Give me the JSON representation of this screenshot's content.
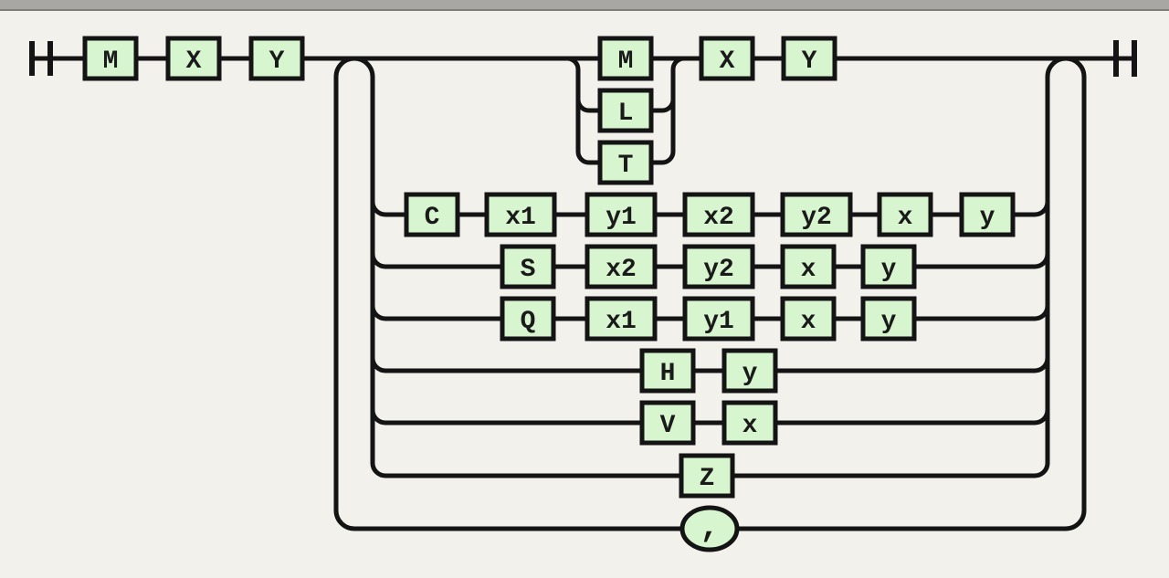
{
  "colors": {
    "background": "#f2f1ec",
    "top_bar": "#a9a7a4",
    "node_fill": "#d7f5cf",
    "line": "#141414",
    "text": "#1a1a1a"
  },
  "diagram": {
    "type": "railroad-syntax-diagram",
    "subject": "path data grammar",
    "start_sequence": [
      "M",
      "x",
      "y"
    ],
    "loop_alternatives": [
      [
        "M|L|T",
        "X",
        "Y"
      ],
      [
        "C",
        "x1",
        "y1",
        "x2",
        "y2",
        "x",
        "y"
      ],
      [
        "S",
        "x2",
        "y2",
        "x",
        "y"
      ],
      [
        "Q",
        "x1",
        "y1",
        "x",
        "y"
      ],
      [
        "H",
        "y"
      ],
      [
        "V",
        "x"
      ],
      [
        "Z"
      ]
    ],
    "loop_separator": ","
  },
  "labels": {
    "seq_m": "M",
    "seq_x": "X",
    "seq_y": "Y",
    "alt1_m": "M",
    "alt1_l": "L",
    "alt1_t": "T",
    "alt1_x": "X",
    "alt1_y": "Y",
    "c_cmd": "C",
    "c_x1": "x1",
    "c_y1": "y1",
    "c_x2": "x2",
    "c_y2": "y2",
    "c_x": "x",
    "c_y": "y",
    "s_cmd": "S",
    "s_x2": "x2",
    "s_y2": "y2",
    "s_x": "x",
    "s_y": "y",
    "q_cmd": "Q",
    "q_x1": "x1",
    "q_y1": "y1",
    "q_x": "x",
    "q_y": "y",
    "h_cmd": "H",
    "h_y": "y",
    "v_cmd": "V",
    "v_x": "x",
    "z_cmd": "Z",
    "separator": ","
  }
}
